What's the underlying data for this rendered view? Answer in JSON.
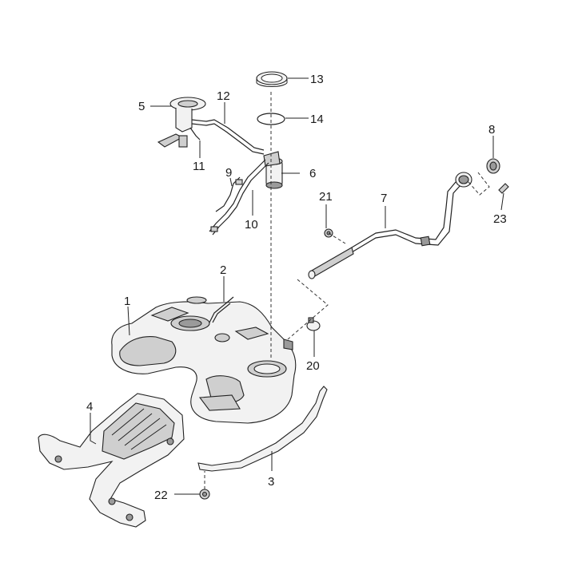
{
  "callouts": [
    {
      "id": "c1",
      "label": "1"
    },
    {
      "id": "c2",
      "label": "2"
    },
    {
      "id": "c3",
      "label": "3"
    },
    {
      "id": "c4",
      "label": "4"
    },
    {
      "id": "c5",
      "label": "5"
    },
    {
      "id": "c6",
      "label": "6"
    },
    {
      "id": "c7",
      "label": "7"
    },
    {
      "id": "c8",
      "label": "8"
    },
    {
      "id": "c9",
      "label": "9"
    },
    {
      "id": "c10",
      "label": "10"
    },
    {
      "id": "c11",
      "label": "11"
    },
    {
      "id": "c12",
      "label": "12"
    },
    {
      "id": "c13",
      "label": "13"
    },
    {
      "id": "c14",
      "label": "14"
    },
    {
      "id": "c20",
      "label": "20"
    },
    {
      "id": "c21",
      "label": "21"
    },
    {
      "id": "c22",
      "label": "22"
    },
    {
      "id": "c23",
      "label": "23"
    }
  ]
}
